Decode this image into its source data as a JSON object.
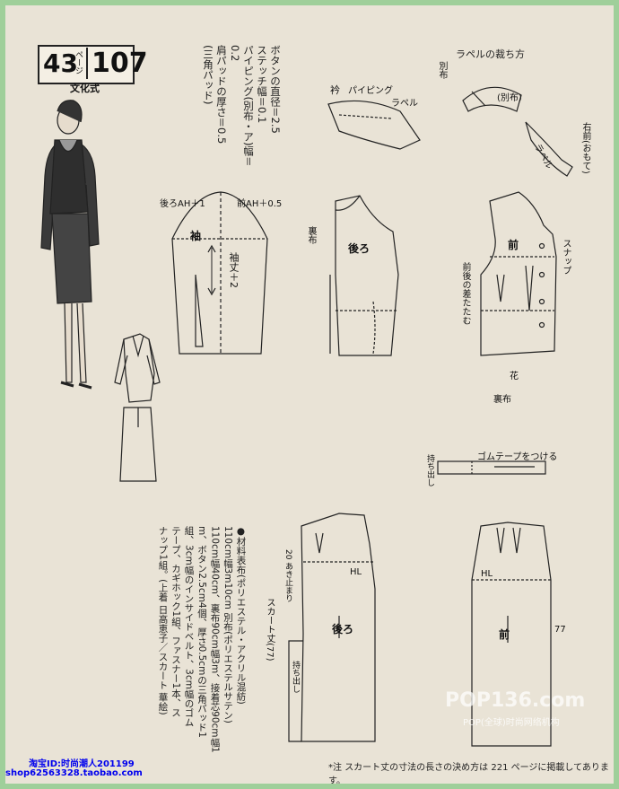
{
  "header": {
    "page_ref": "43",
    "page_ref_unit": "ページ",
    "model_number": "107",
    "system_label": "文化式"
  },
  "notes": {
    "button_note": "ボタンの直径＝2.5",
    "stitch_note": "ステッチ幅＝0.1",
    "piping_note": "パイピング(別布・ア)幅＝0.2",
    "pad_note": "肩パッドの厚さ＝0.5",
    "pad_note2": "(三角パッド)"
  },
  "lapel_title": "ラペルの裁ち方",
  "labels": {
    "collar": "衿",
    "piping": "パイピング",
    "lapel": "ラペル",
    "flower": "花",
    "back": "後ろ",
    "front": "前",
    "sleeve": "袖",
    "sleeve_length": "袖丈＋2",
    "snap": "スナップ",
    "lining": "裏布",
    "right_front": "右前(おもて)",
    "betsununo": "別布",
    "betsununo_paren": "(別布)",
    "front_back_darts": "前後の差たたむ",
    "skirt_length": "スカート丈",
    "skirt_length_val": "77",
    "opening": "20 あき止まり",
    "hl": "HL",
    "mochidashi": "持ち出し",
    "mochidashi2": "持ち出し",
    "elastic": "ゴムテープをつける",
    "back_ah": "後ろAH＋1",
    "front_ah": "前AH＋0.5"
  },
  "materials": {
    "heading": "●材料",
    "lines": [
      "表布(ポリエステル・アクリル混紡)",
      "110cm幅3m10cm 別布(ポリエステルサテン)",
      "110cm幅40cm、裏布90cm幅3m、接着芯90cm幅1",
      "m、ボタン2.5cm4個、厚さ0.5cmの三角パッド1",
      "組、3cm幅のインサイドベルト、3cm幅のゴム",
      "テープ、カギホック1組、ファスナー1本、ス",
      "ナップ1組。(上着 日高恵子／スカート 華絵)"
    ]
  },
  "footer": {
    "note": "スカート丈の寸法の長さの決め方は 221 ページに掲載してあります。",
    "prefix": "*注"
  },
  "watermarks": {
    "shop_id": "淘宝ID:时尚潮人201199",
    "shop_url": "shop62563328.taobao.com",
    "logo": "POP136.com",
    "logo_sub": "POP(全球)时尚网络机构"
  }
}
